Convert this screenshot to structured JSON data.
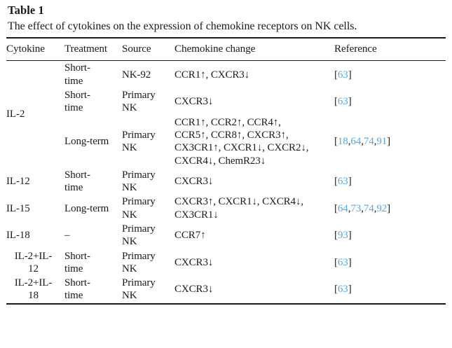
{
  "table": {
    "label": "Table 1",
    "caption": "The effect of cytokines on the expression of chemokine receptors on NK cells.",
    "columns": [
      "Cytokine",
      "Treatment",
      "Source",
      "Chemokine change",
      "Reference"
    ],
    "link_color": "#56a7e0",
    "rows": [
      {
        "cytokine": "IL-2",
        "cytokine_rowspan": 3,
        "treatment": "Short-\ntime",
        "source": "NK-92",
        "change": "CCR1↑, CXCR3↓",
        "reference_open": "[",
        "reference_numbers": [
          "63"
        ],
        "reference_close": "]"
      },
      {
        "cytokine": "",
        "treatment": "Short-\ntime",
        "source": "Primary\nNK",
        "change": "CXCR3↓",
        "reference_open": "[",
        "reference_numbers": [
          "63"
        ],
        "reference_close": "]"
      },
      {
        "cytokine": "",
        "treatment": "Long-term",
        "source": "Primary\nNK",
        "change": "CCR1↑, CCR2↑, CCR4↑,\nCCR5↑, CCR8↑, CXCR3↑,\nCX3CR1↑, CXCR1↓, CXCR2↓,\nCXCR4↓, ChemR23↓",
        "reference_open": "[",
        "reference_numbers": [
          "18",
          "64",
          "74",
          "91"
        ],
        "reference_close": "]"
      },
      {
        "cytokine": "IL-12",
        "treatment": "Short-\ntime",
        "source": "Primary\nNK",
        "change": "CXCR3↓",
        "reference_open": "[",
        "reference_numbers": [
          "63"
        ],
        "reference_close": "]"
      },
      {
        "cytokine": "IL-15",
        "treatment": "Long-term",
        "source": "Primary\nNK",
        "change": "CXCR3↑, CXCR1↓, CXCR4↓,\nCX3CR1↓",
        "reference_open": "[",
        "reference_numbers": [
          "64",
          "73",
          "74",
          "92"
        ],
        "reference_close": "]"
      },
      {
        "cytokine": "IL-18",
        "treatment": "–",
        "source": "Primary\nNK",
        "change": "CCR7↑",
        "reference_open": "[",
        "reference_numbers": [
          "93"
        ],
        "reference_close": "]"
      },
      {
        "cytokine": "IL-2+IL-\n12",
        "treatment": "Short-\ntime",
        "source": "Primary\nNK",
        "change": "CXCR3↓",
        "reference_open": "[",
        "reference_numbers": [
          "63"
        ],
        "reference_close": "]"
      },
      {
        "cytokine": "IL-2+IL-\n18",
        "treatment": "Short-\ntime",
        "source": "Primary\nNK",
        "change": "CXCR3↓",
        "reference_open": "[",
        "reference_numbers": [
          "63"
        ],
        "reference_close": "]"
      }
    ]
  }
}
